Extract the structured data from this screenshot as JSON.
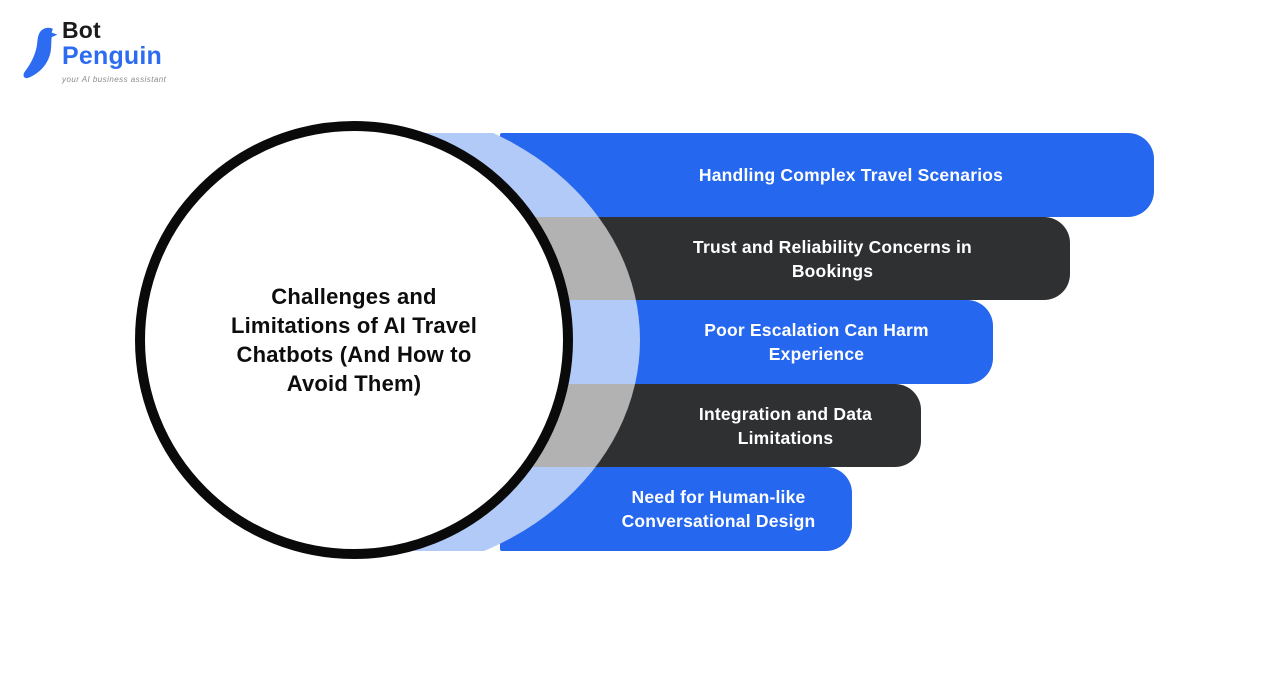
{
  "logo": {
    "brand_top": "Bot",
    "brand_bottom": "Penguin",
    "tagline": "your AI business assistant"
  },
  "center": {
    "title": "Challenges and\nLimitations of AI Travel\nChatbots (And How to\nAvoid Them)"
  },
  "bars": [
    {
      "label": "Handling Complex Travel Scenarios",
      "style": "blue"
    },
    {
      "label": "Trust and Reliability Concerns in\nBookings",
      "style": "dark"
    },
    {
      "label": "Poor Escalation Can Harm\nExperience",
      "style": "blue"
    },
    {
      "label": "Integration and Data\nLimitations",
      "style": "dark"
    },
    {
      "label": "Need for Human-like\nConversational Design",
      "style": "blue"
    }
  ],
  "colors": {
    "blue": "#2567EE",
    "dark": "#2F3032",
    "light_blue": "#B2CAF8",
    "gray": "#B2B2B2",
    "logo_blue": "#2D6CF0"
  }
}
